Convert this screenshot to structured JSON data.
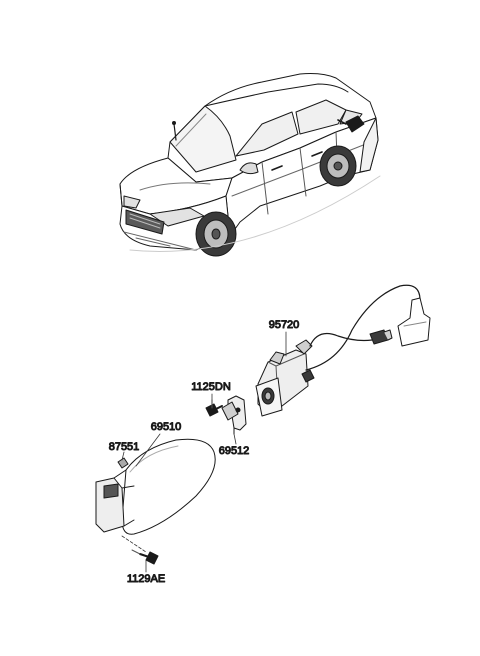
{
  "diagram": {
    "labels": {
      "cable_assembly": "95720",
      "bolt": "1125DN",
      "fuel_door": "69510",
      "bumper": "87551",
      "hinge_bracket": "69512",
      "screw": "1129AE"
    },
    "colors": {
      "line": "#1a1a1a",
      "fill_light": "#eeeeee",
      "fill_mid": "#cfcfcf",
      "fill_dark": "#3a3a3a"
    }
  }
}
